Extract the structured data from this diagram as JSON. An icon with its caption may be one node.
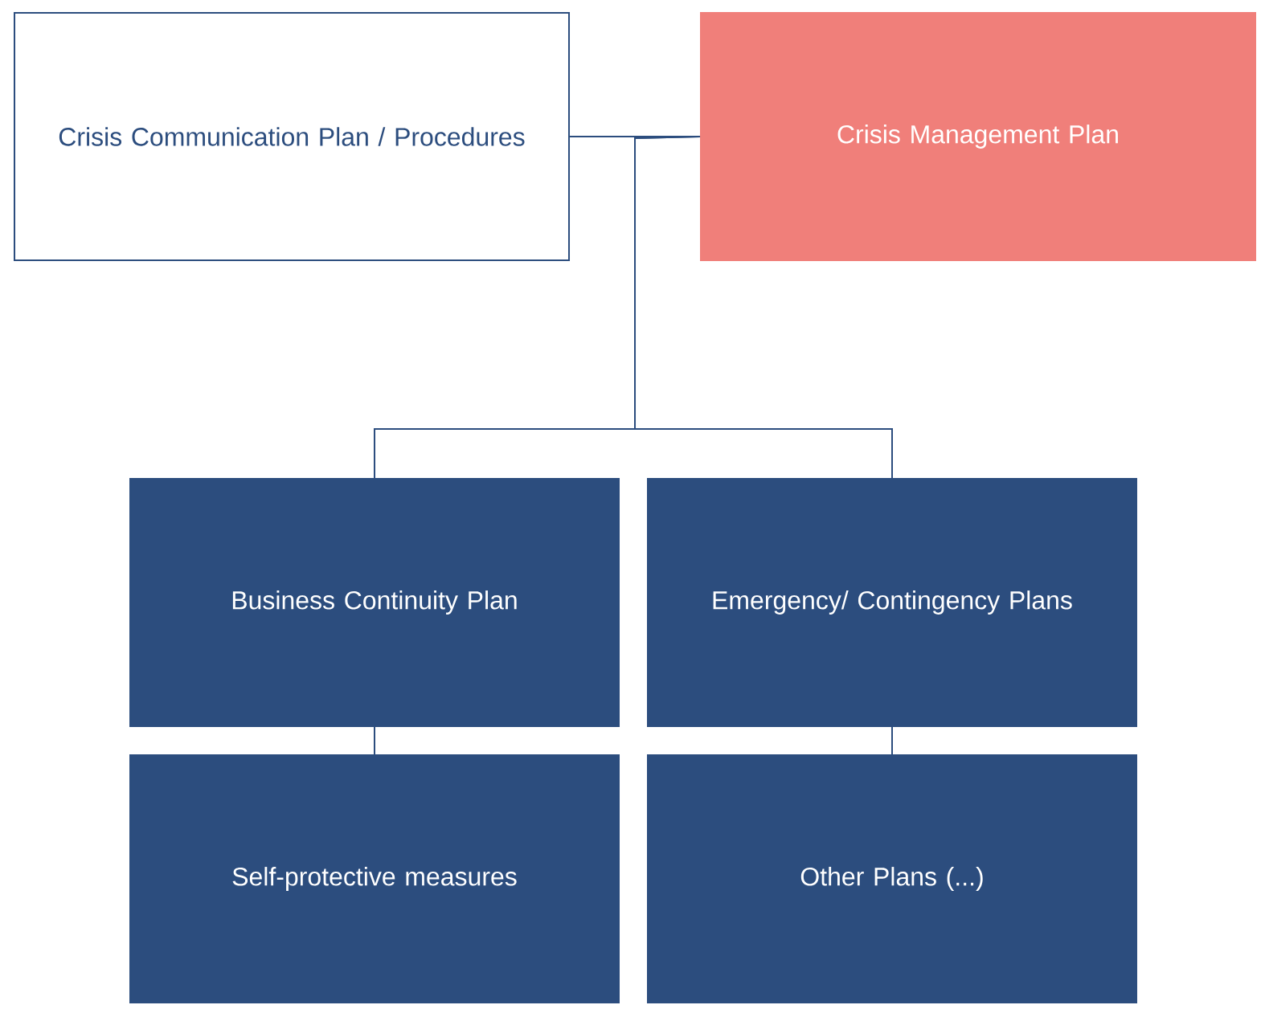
{
  "diagram": {
    "nodes": [
      {
        "text": [
          "Crisis Communication Plan / Procedures"
        ]
      },
      {
        "text": [
          "Crisis Management Plan"
        ]
      },
      {
        "text": [
          "Business Continuity Plan"
        ]
      },
      {
        "text": [
          "Emergency/ Contingency Plans"
        ]
      },
      {
        "text": [
          "Self-protective measures"
        ]
      },
      {
        "text": [
          "Other Plans (...)"
        ]
      }
    ],
    "edges": [
      {
        "from": 0,
        "to": 1,
        "arrow": "none"
      },
      {
        "from": 1,
        "to": 2,
        "arrow": "none"
      },
      {
        "from": 1,
        "to": 3,
        "arrow": "none"
      },
      {
        "from": 2,
        "to": 4,
        "arrow": "none"
      },
      {
        "from": 3,
        "to": 5,
        "arrow": "none"
      }
    ]
  }
}
